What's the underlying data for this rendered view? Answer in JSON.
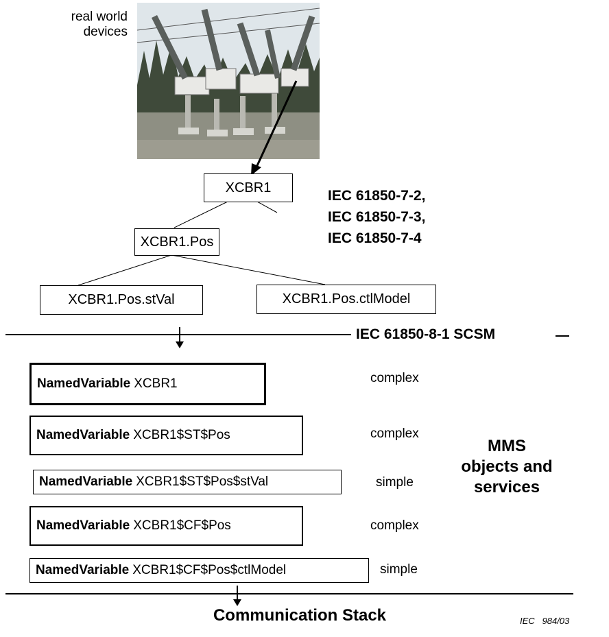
{
  "real_world_label_line1": "real world",
  "real_world_label_line2": "devices",
  "tree": {
    "root": "XCBR1",
    "child": "XCBR1.Pos",
    "leaf_left": "XCBR1.Pos.stVal",
    "leaf_right": "XCBR1.Pos.ctlModel"
  },
  "iec_refs": [
    "IEC 61850-7-2,",
    "IEC 61850-7-3,",
    "IEC 61850-7-4"
  ],
  "scsm_label": "IEC 61850-8-1 SCSM",
  "named_variables": [
    {
      "keyword": "NamedVariable",
      "name": "XCBR1",
      "type": "complex"
    },
    {
      "keyword": "NamedVariable",
      "name": "XCBR1$ST$Pos",
      "type": "complex"
    },
    {
      "keyword": "NamedVariable",
      "name": "XCBR1$ST$Pos$stVal",
      "type": "simple"
    },
    {
      "keyword": "NamedVariable",
      "name": "XCBR1$CF$Pos",
      "type": "complex"
    },
    {
      "keyword": "NamedVariable",
      "name": "XCBR1$CF$Pos$ctlModel",
      "type": "simple"
    }
  ],
  "mms_label": [
    "MMS",
    "objects and",
    "services"
  ],
  "comm_stack_label": "Communication Stack",
  "figure_ref": "IEC   984/03",
  "colors": {
    "sky": "#dfe6ea",
    "trees": "#3f4a3a",
    "ground": "#8e8f83",
    "equipment": "#e9e9e6"
  }
}
